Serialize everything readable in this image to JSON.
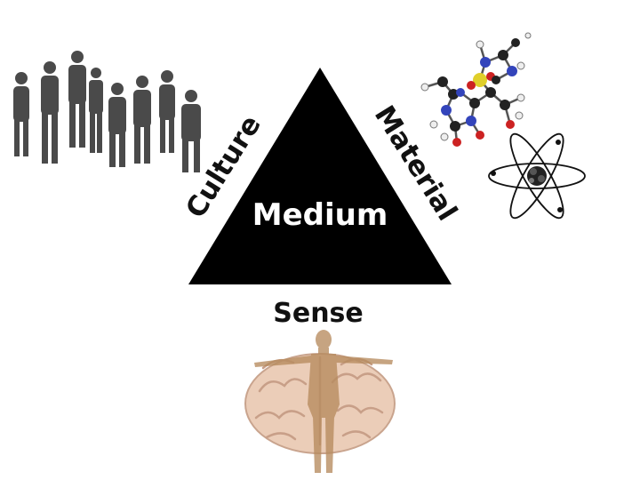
{
  "diagram": {
    "center_label": "Medium",
    "left_label": "Culture",
    "right_label": "Material",
    "bottom_label": "Sense"
  },
  "colors": {
    "triangle": "#000000",
    "center_text": "#ffffff",
    "label_text": "#111111",
    "people": "#4a4a4a",
    "brain": "#e9c9b4",
    "body": "#b78b5e"
  },
  "icons": [
    "people-group-icon",
    "molecule-icon",
    "atom-icon",
    "human-brain-icon"
  ]
}
